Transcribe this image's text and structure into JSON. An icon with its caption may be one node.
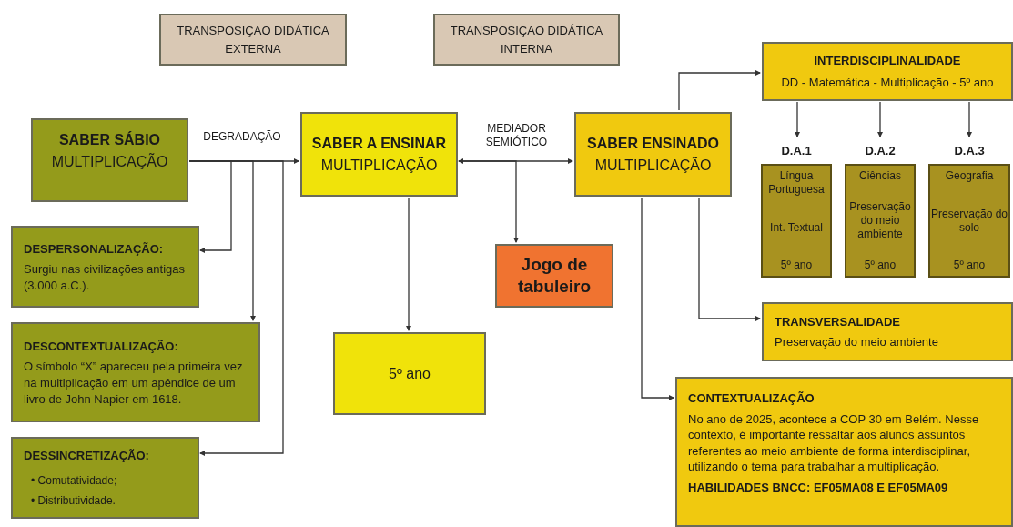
{
  "diagram": {
    "nodes": [
      {
        "text": [
          "TRANSPOSIÇÃO DIDÁTICA EXTERNA"
        ]
      },
      {
        "text": [
          "TRANSPOSIÇÃO DIDÁTICA INTERNA"
        ]
      },
      {
        "text": [
          "SABER SÁBIO",
          "MULTIPLICAÇÃO"
        ]
      },
      {
        "text": [
          "SABER A ENSINAR",
          "MULTIPLICAÇÃO"
        ]
      },
      {
        "text": [
          "SABER ENSINADO",
          "MULTIPLICAÇÃO"
        ]
      },
      {
        "text": [
          "INTERDISCIPLINALIDADE",
          "DD - Matemática - Multiplicação - 5º ano"
        ]
      },
      {
        "text": [
          "D.A.1",
          "Língua Portuguesa",
          "Int. Textual",
          "5º ano"
        ]
      },
      {
        "text": [
          "D.A.2",
          "Ciências",
          "Preservação do meio ambiente",
          "5º ano"
        ]
      },
      {
        "text": [
          "D.A.3",
          "Geografia",
          "Preservação do solo",
          "5º ano"
        ]
      },
      {
        "text": [
          "DESPERSONALIZAÇÃO:",
          "Surgiu nas civilizações antigas (3.000 a.C.)."
        ]
      },
      {
        "text": [
          "Jogo de tabuleiro"
        ]
      },
      {
        "text": [
          "TRANSVERSALIDADE",
          "Preservação do meio ambiente"
        ]
      },
      {
        "text": [
          "DESCONTEXTUALIZAÇÃO:",
          "O símbolo “X” apareceu pela primeira vez na multiplicação em um apêndice de um livro de John Napier em 1618."
        ]
      },
      {
        "text": [
          "5º ano"
        ]
      },
      {
        "text": [
          "CONTEXTUALIZAÇÃO",
          "No ano de 2025, acontece a COP 30 em Belém. Nesse contexto, é importante ressaltar aos alunos assuntos referentes ao meio ambiente de forma interdisciplinar, utilizando o tema para trabalhar a multiplicação.",
          "HABILIDADES BNCC: EF05MA08 E EF05MA09"
        ]
      },
      {
        "text": [
          "DESSINCRETIZAÇÃO:",
          "• Comutatividade;",
          "• Distributividade."
        ]
      }
    ],
    "edges": [
      {
        "from": 2,
        "to": 3,
        "arrow": "to",
        "label": "DEGRADAÇÃO"
      },
      {
        "from": 2,
        "to": 9,
        "arrow": "to"
      },
      {
        "from": 2,
        "to": 12,
        "arrow": "to"
      },
      {
        "from": 2,
        "to": 15,
        "arrow": "to"
      },
      {
        "from": 3,
        "to": 4,
        "arrow": "both",
        "label": "MEDIADOR SEMIÓTICO"
      },
      {
        "from": 3,
        "to": 10,
        "arrow": "to"
      },
      {
        "from": 3,
        "to": 13,
        "arrow": "to"
      },
      {
        "from": 4,
        "to": 5,
        "arrow": "to"
      },
      {
        "from": 5,
        "to": 6,
        "arrow": "to"
      },
      {
        "from": 5,
        "to": 7,
        "arrow": "to"
      },
      {
        "from": 5,
        "to": 8,
        "arrow": "to"
      },
      {
        "from": 4,
        "to": 11,
        "arrow": "to"
      },
      {
        "from": 4,
        "to": 14,
        "arrow": "to"
      }
    ]
  }
}
